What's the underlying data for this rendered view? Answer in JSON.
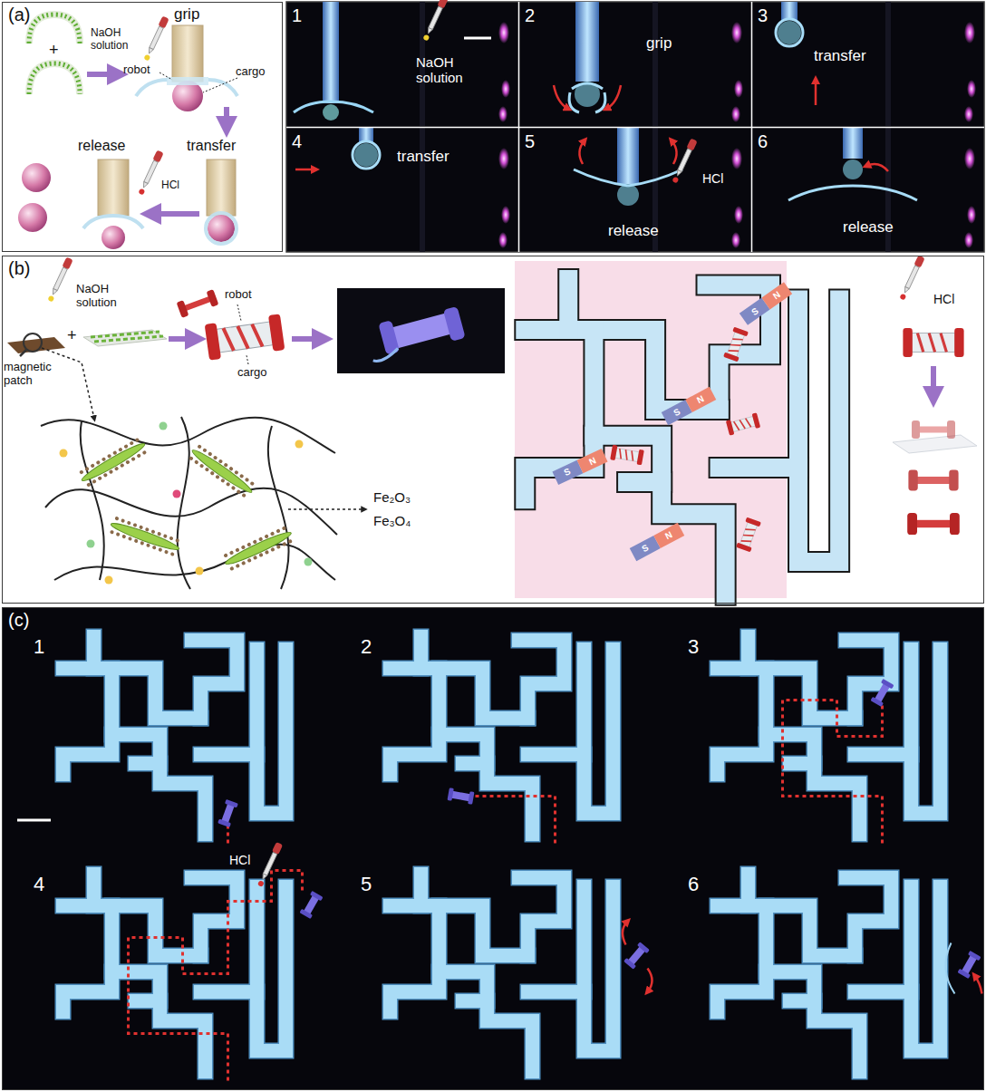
{
  "diagram": {
    "nodes": [
      {
        "text": [
          "(a)"
        ]
      },
      {
        "text": [
          "1",
          "NaOH solution"
        ]
      },
      {
        "text": [
          "2",
          "grip"
        ]
      },
      {
        "text": [
          "3",
          "transfer"
        ]
      },
      {
        "text": [
          "4",
          "transfer"
        ]
      },
      {
        "text": [
          "5",
          "HCl",
          "release"
        ]
      },
      {
        "text": [
          "6",
          "release"
        ]
      },
      {
        "text": [
          "(b)"
        ]
      },
      {
        "text": [
          "(c)"
        ]
      },
      {
        "text": [
          "1"
        ],
        "in": 8
      },
      {
        "text": [
          "2"
        ],
        "in": 8
      },
      {
        "text": [
          "3"
        ],
        "in": 8
      },
      {
        "text": [
          "4",
          "HCl"
        ],
        "in": 8
      },
      {
        "text": [
          "5"
        ],
        "in": 8
      },
      {
        "text": [
          "6"
        ],
        "in": 8
      }
    ],
    "labels": [
      "+",
      "NaOH solution",
      "grip",
      "robot",
      "cargo",
      "transfer",
      "release",
      "HCl",
      "NaOH solution",
      "robot",
      "+",
      "magnetic patch",
      "cargo",
      "Fe₂O₃",
      "Fe₃O₄",
      "S",
      "N",
      "S",
      "N",
      "S",
      "N",
      "S",
      "N",
      "HCl"
    ]
  }
}
